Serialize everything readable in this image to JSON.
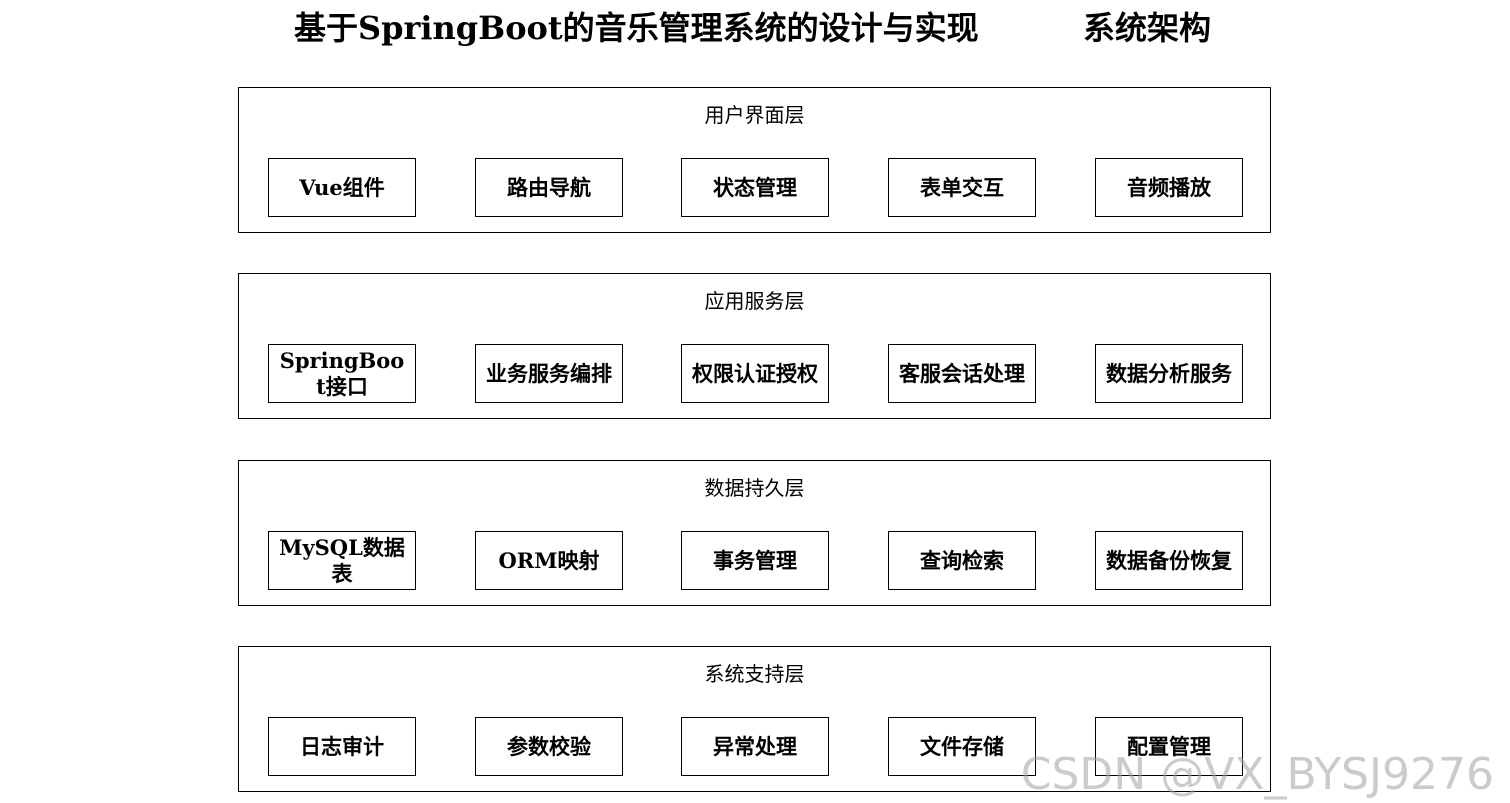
{
  "title": "基于SpringBoot的音乐管理系统的设计与实现",
  "subtitle": "系统架构",
  "layers": [
    {
      "name": "用户界面层",
      "modules": [
        "Vue组件",
        "路由导航",
        "状态管理",
        "表单交互",
        "音频播放"
      ]
    },
    {
      "name": "应用服务层",
      "modules": [
        "SpringBoot接口",
        "业务服务编排",
        "权限认证授权",
        "客服会话处理",
        "数据分析服务"
      ]
    },
    {
      "name": "数据持久层",
      "modules": [
        "MySQL数据表",
        "ORM映射",
        "事务管理",
        "查询检索",
        "数据备份恢复"
      ]
    },
    {
      "name": "系统支持层",
      "modules": [
        "日志审计",
        "参数校验",
        "异常处理",
        "文件存储",
        "配置管理"
      ]
    }
  ],
  "watermark": "CSDN @VX_BYSJ9276"
}
